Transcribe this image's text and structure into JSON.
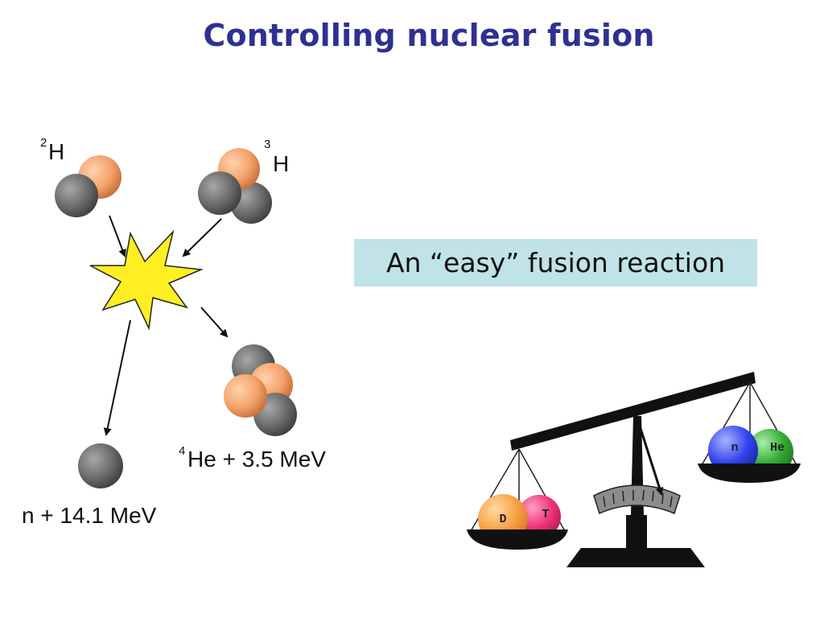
{
  "title": "Controlling nuclear fusion",
  "callout": "An “easy” fusion reaction",
  "reaction": {
    "deuterium": {
      "mass_number": "2",
      "symbol": "H"
    },
    "tritium": {
      "mass_number": "3",
      "symbol": "H"
    },
    "helium_product": {
      "mass_number": "4",
      "text": "He + 3.5 MeV"
    },
    "neutron_product": {
      "text": "n + 14.1 MeV"
    }
  },
  "scale": {
    "left_pan": [
      "D",
      "T"
    ],
    "right_pan": [
      "n",
      "He"
    ]
  },
  "colors": {
    "title": "#2e3192",
    "callout_bg": "#bfe3e7",
    "proton": "#f5a36b",
    "neutron": "#6b6b6b",
    "star": "#ffee22",
    "deuteron_ball": "#f7a042",
    "triton_ball": "#ee3377",
    "neutron_ball": "#3344ee",
    "helium_ball": "#33aa33"
  }
}
